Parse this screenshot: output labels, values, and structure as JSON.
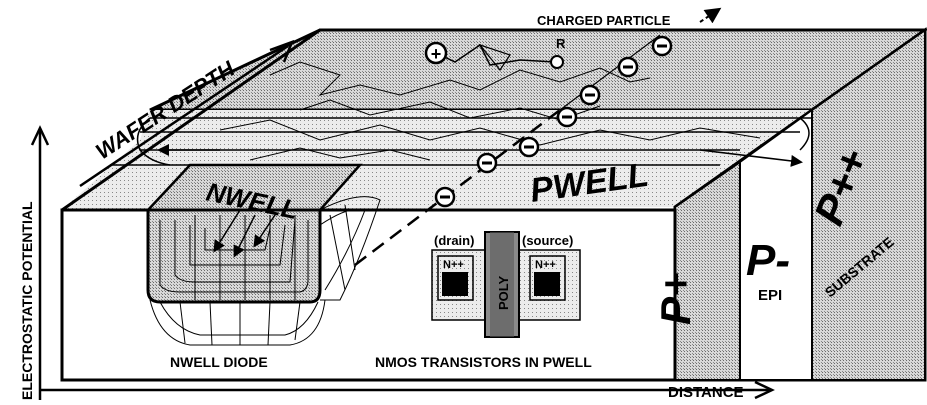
{
  "labels": {
    "charged_particle": "CHARGED PARTICLE",
    "wafer_depth": "WAFER DEPTH",
    "electrostatic_potential": "ELECTROSTATIC POTENTIAL",
    "distance": "DISTANCE",
    "nwell": "NWELL",
    "pwell": "PWELL",
    "p_plus": "P+",
    "p_minus": "P-",
    "epi": "EPI",
    "p_plus_plus": "P++",
    "substrate": "SUBSTRATE",
    "drain": "(drain)",
    "source": "(source)",
    "n_plus_plus_left": "N++",
    "n_plus_plus_right": "N++",
    "poly": "POLY",
    "nwell_diode": "NWELL DIODE",
    "nmos_transistors": "NMOS TRANSISTORS IN PWELL",
    "particle_symbol": "R"
  },
  "charges": {
    "positive_symbol": "+",
    "negative_symbol": "−"
  },
  "colors": {
    "line": "#000000",
    "stipple_dark": "#9a9a9a",
    "stipple_light": "#cfcfcf",
    "background": "#ffffff"
  }
}
